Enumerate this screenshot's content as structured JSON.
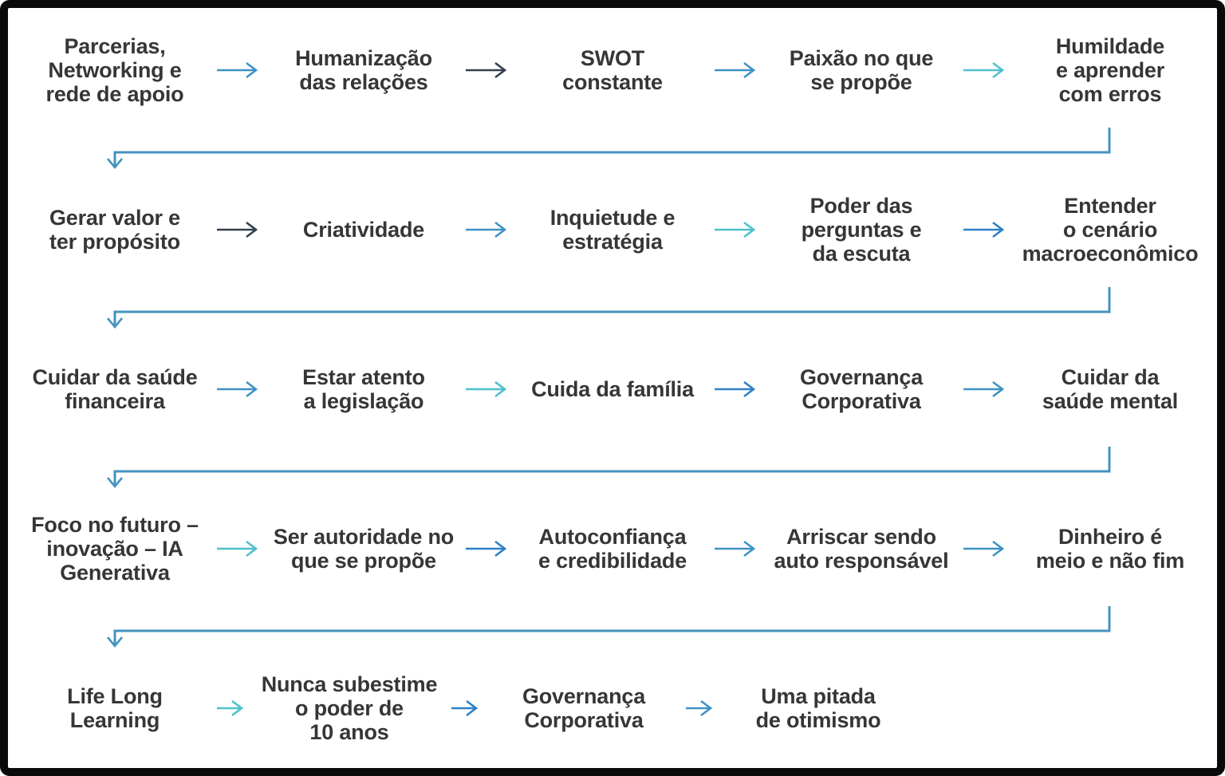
{
  "canvas": {
    "background": "#ffffff",
    "frame_color": "#0a0a0a"
  },
  "colors": {
    "teal": "#4ec0cc",
    "steel": "#3e92c5",
    "blue": "#2e80c8",
    "navy": "#333f4f",
    "connector": "#4493bf",
    "text": "#363636"
  },
  "flow": {
    "rows": [
      {
        "items": [
          {
            "lines": [
              "Parcerias,",
              "Networking e",
              "rede de apoio"
            ]
          },
          {
            "lines": [
              "Humanização",
              "das relações"
            ]
          },
          {
            "lines": [
              "SWOT",
              "constante"
            ]
          },
          {
            "lines": [
              "Paixão no que",
              "se propõe"
            ]
          },
          {
            "lines": [
              "Humildade",
              "e aprender",
              "com erros"
            ]
          }
        ],
        "arrows": [
          "steel",
          "navy",
          "steel",
          "teal"
        ],
        "connector_after": true
      },
      {
        "items": [
          {
            "lines": [
              "Gerar valor e",
              "ter propósito"
            ]
          },
          {
            "lines": [
              "Criatividade"
            ]
          },
          {
            "lines": [
              "Inquietude e",
              "estratégia"
            ]
          },
          {
            "lines": [
              "Poder das",
              "perguntas e",
              "da escuta"
            ]
          },
          {
            "lines": [
              "Entender",
              "o cenário",
              "macroeconômico"
            ]
          }
        ],
        "arrows": [
          "navy",
          "steel",
          "teal",
          "blue"
        ],
        "connector_after": true
      },
      {
        "items": [
          {
            "lines": [
              "Cuidar da saúde",
              "financeira"
            ]
          },
          {
            "lines": [
              "Estar atento",
              "a legislação"
            ]
          },
          {
            "lines": [
              "Cuida da família"
            ]
          },
          {
            "lines": [
              "Governança",
              "Corporativa"
            ]
          },
          {
            "lines": [
              "Cuidar da",
              "saúde mental"
            ]
          }
        ],
        "arrows": [
          "steel",
          "teal",
          "blue",
          "steel"
        ],
        "connector_after": true
      },
      {
        "items": [
          {
            "lines": [
              "Foco no futuro –",
              "inovação – IA",
              "Generativa"
            ]
          },
          {
            "lines": [
              "Ser autoridade no",
              "que se propõe"
            ]
          },
          {
            "lines": [
              "Autoconfiança",
              "e credibilidade"
            ]
          },
          {
            "lines": [
              "Arriscar sendo",
              "auto responsável"
            ]
          },
          {
            "lines": [
              "Dinheiro é",
              "meio e não fim"
            ]
          }
        ],
        "arrows": [
          "teal",
          "blue",
          "steel",
          "steel"
        ],
        "connector_after": true
      },
      {
        "compact": true,
        "items": [
          {
            "lines": [
              "Life Long",
              "Learning"
            ]
          },
          {
            "lines": [
              "Nunca subestime",
              "o poder de",
              "10 anos"
            ]
          },
          {
            "lines": [
              "Governança",
              "Corporativa"
            ]
          },
          {
            "lines": [
              "Uma pitada",
              "de otimismo"
            ]
          }
        ],
        "arrows": [
          "teal",
          "blue",
          "steel"
        ],
        "connector_after": false
      }
    ]
  }
}
